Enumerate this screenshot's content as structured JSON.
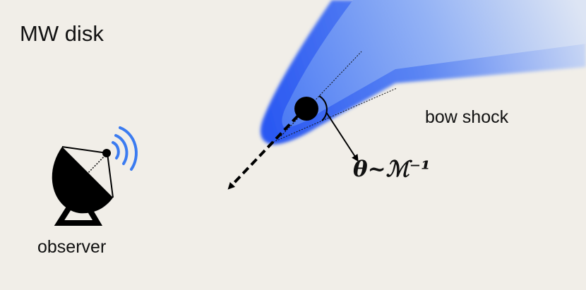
{
  "labels": {
    "title": "MW disk",
    "bow_shock": "bow shock",
    "observer": "observer",
    "formula": "θ~ℳ⁻¹"
  },
  "colors": {
    "background": "#f1eee8",
    "shock_edge": "#2f5cf2",
    "shock_fade": "#d7e1f5",
    "radio_waves": "#3b7bf0",
    "ink": "#000000"
  },
  "icons": [
    "radio-dish-icon",
    "radio-waves-icon"
  ]
}
